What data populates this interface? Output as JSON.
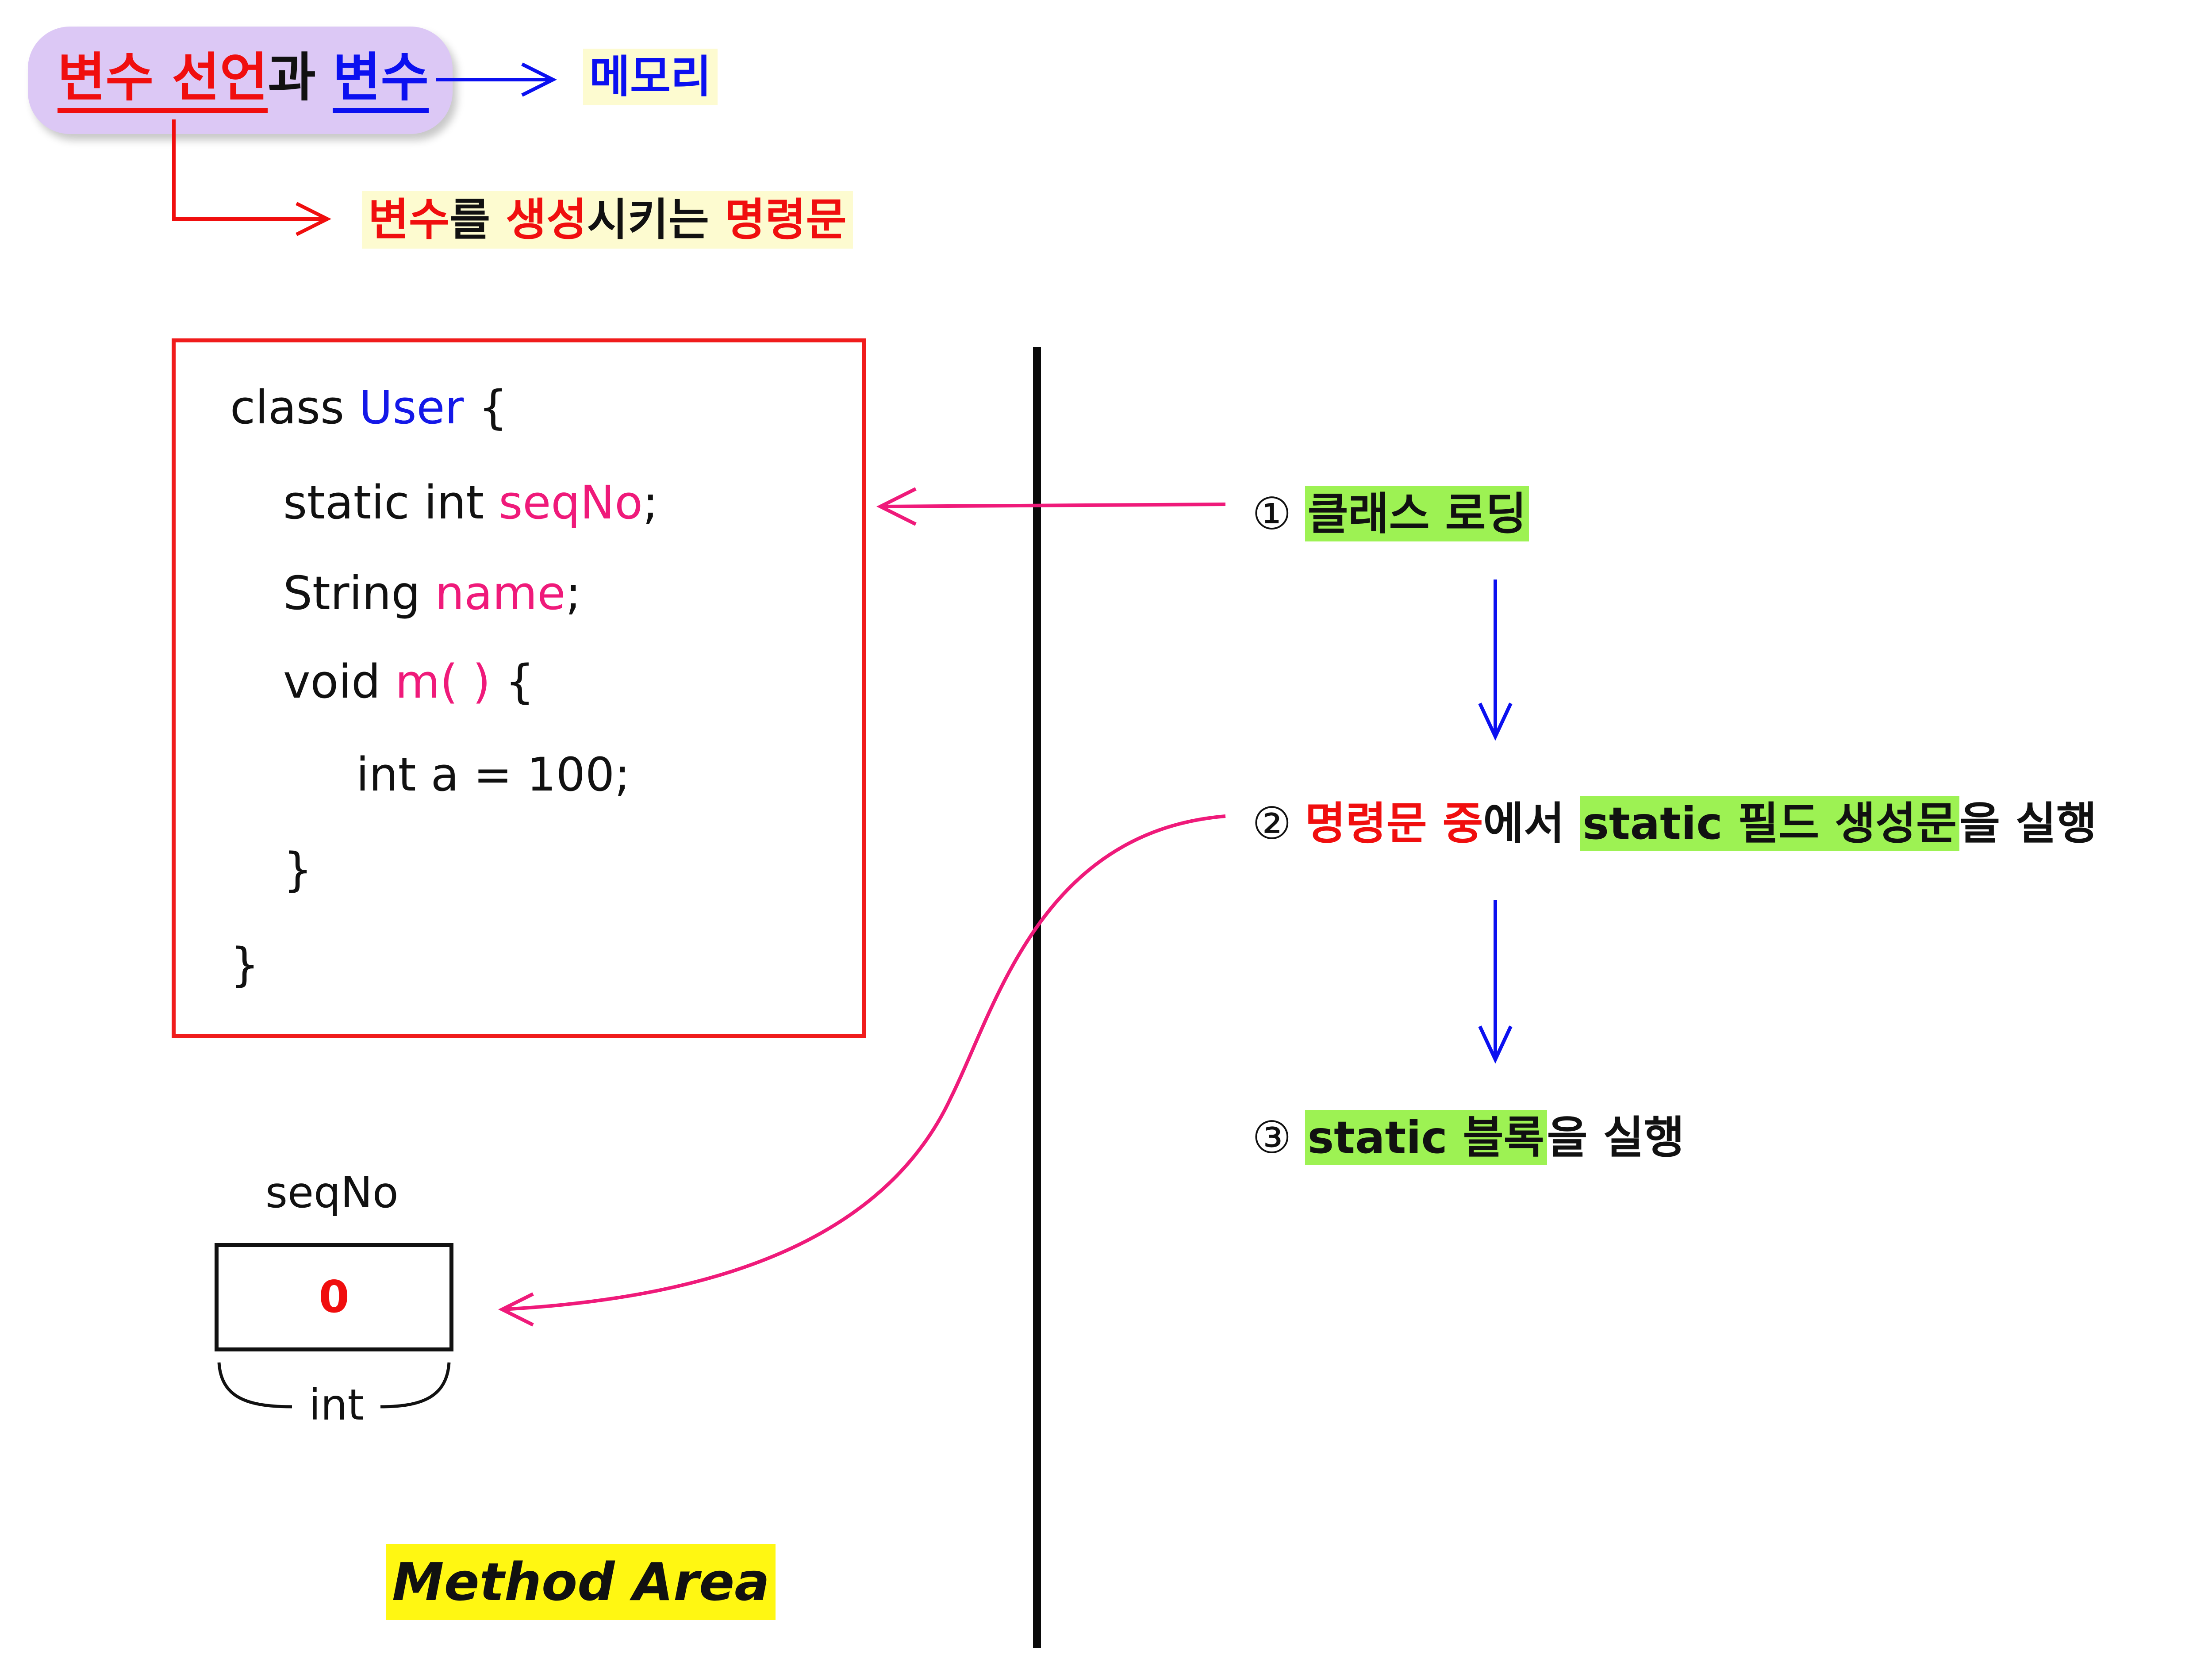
{
  "title": {
    "part1": "변수 선언",
    "part2": "과",
    "part3": "변수"
  },
  "memory_label": "메모리",
  "statement_note": {
    "w1": "변수",
    "w2": "를",
    "w3": "생성",
    "w4": "시키는",
    "w5": "명령문"
  },
  "code": {
    "l1_kw": "class",
    "l1_name": "User",
    "l1_brace": "{",
    "l2_kw": "static int",
    "l2_var": "seqNo",
    "l2_end": ";",
    "l3_kw": "String",
    "l3_var": "name",
    "l3_end": ";",
    "l4_kw": "void",
    "l4_var": "m( )",
    "l4_brace": "{",
    "l5": "int a = 100;",
    "l6": "}",
    "l7": "}"
  },
  "variable": {
    "name": "seqNo",
    "value": "0",
    "type": "int"
  },
  "area_label": "Method Area",
  "steps": [
    {
      "num": "①",
      "text": "클래스 로딩"
    },
    {
      "num": "②",
      "a": "명령문 중",
      "b": "에서",
      "c": "static 필드 생성문",
      "d": "을 실행"
    },
    {
      "num": "③",
      "a": "static 블록",
      "b": "을 실행"
    }
  ],
  "colors": {
    "red": "#f00e0e",
    "blue": "#0b10f0",
    "pink": "#ef1a7a",
    "highlight_green": "#9df253",
    "highlight_yellow": "#fff712",
    "pill": "#dcc8f5"
  }
}
